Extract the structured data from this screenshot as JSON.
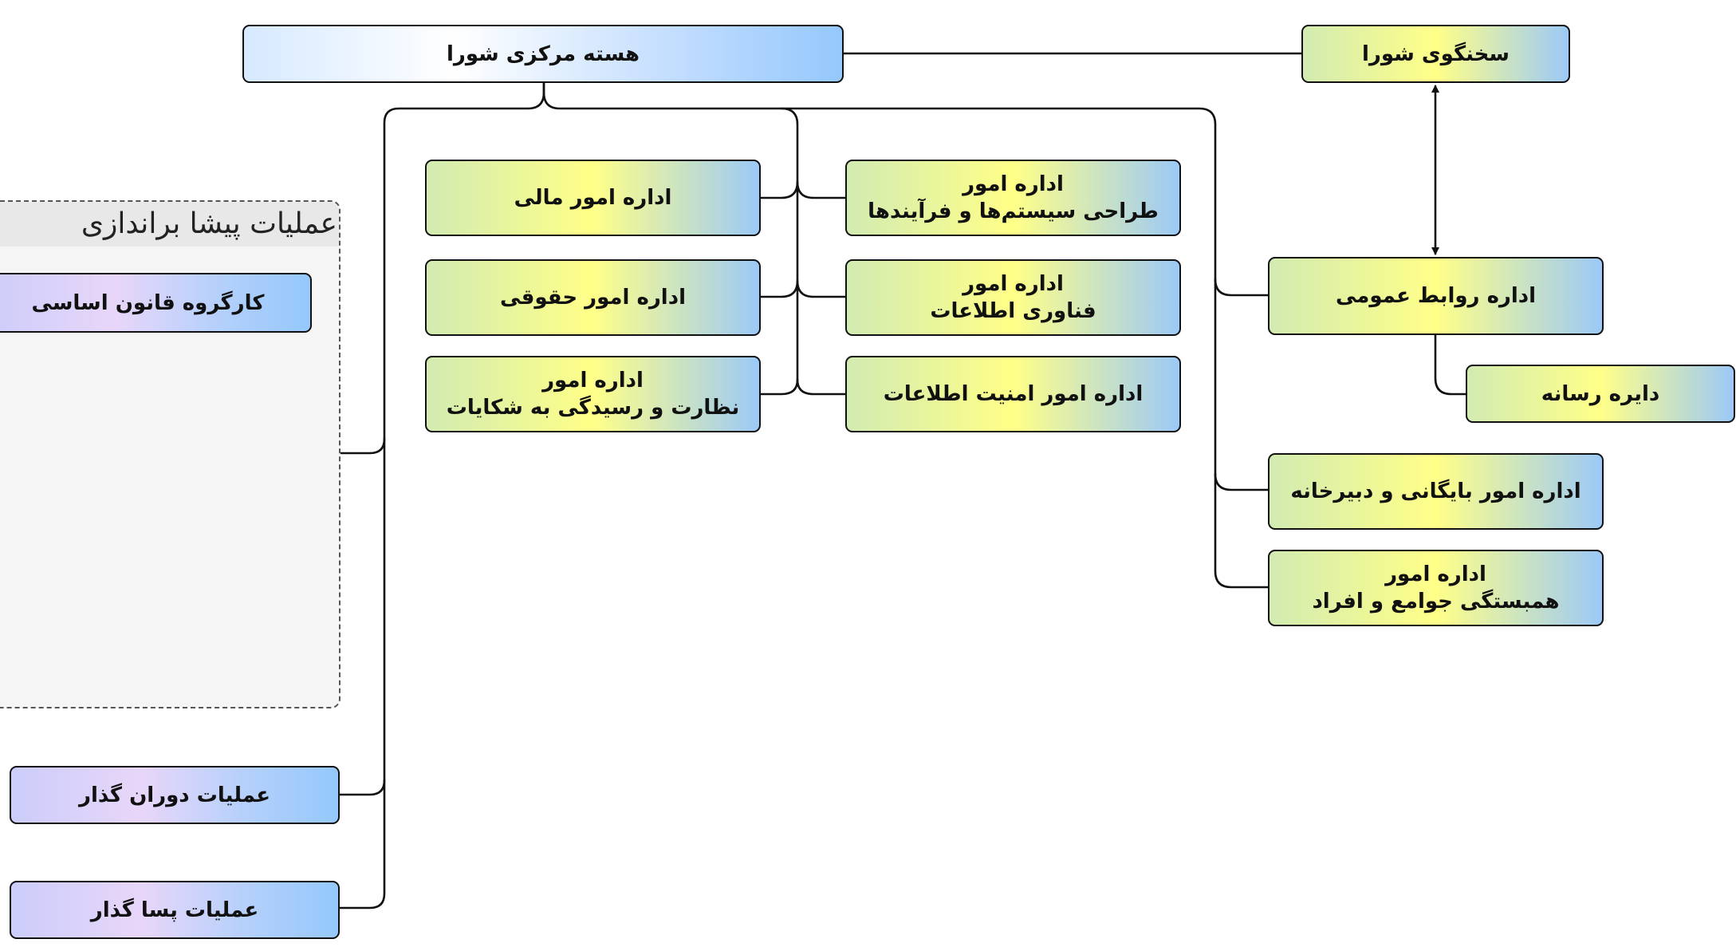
{
  "core": {
    "title": "هسته مرکزی شورا"
  },
  "spokesperson": {
    "title": "سخنگوی شورا"
  },
  "departments": {
    "finance": {
      "line1": "اداره امور مالی"
    },
    "legal": {
      "line1": "اداره امور حقوقی"
    },
    "supervision": {
      "line1": "اداره امور",
      "line2": "نظارت و رسیدگی به شکایات"
    },
    "systems_design": {
      "line1": "اداره امور",
      "line2": "طراحی سیستم‌ها و فرآیندها"
    },
    "it": {
      "line1": "اداره امور",
      "line2": "فناوری اطلاعات"
    },
    "infosec": {
      "line1": "اداره امور امنیت اطلاعات"
    },
    "public_relations": {
      "line1": "اداره روابط عمومی"
    },
    "media": {
      "line1": "دایره رسانه"
    },
    "archive": {
      "line1": "اداره امور بایگانی و دبیرخانه"
    },
    "solidarity": {
      "line1": "اداره امور",
      "line2": "همبستگی جوامع و افراد"
    }
  },
  "pre_launch": {
    "title": "عملیات پیشا براندازی",
    "working_group": "کارگروه قانون اساسی"
  },
  "transition": {
    "title": "عملیات دوران گذار"
  },
  "post_transition": {
    "title": "عملیات پسا گذار"
  },
  "colors": {
    "line": "#111111",
    "core_accent": "#95c8fc",
    "dept_accent": "#ffff88",
    "ops_accent": "#e8d6f9"
  }
}
